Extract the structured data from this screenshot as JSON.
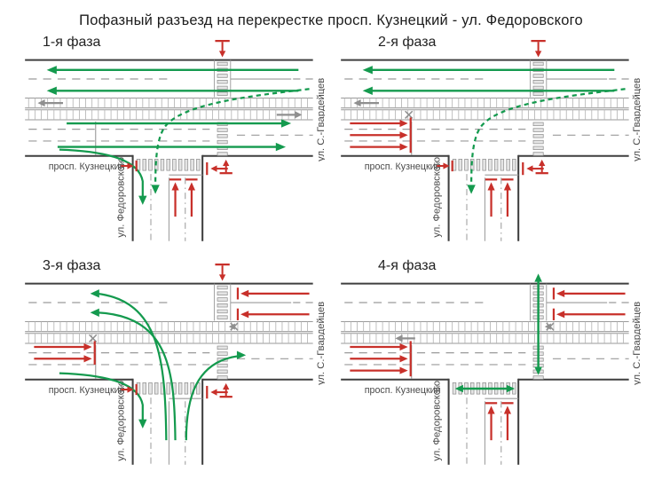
{
  "title": "Пофазный разъезд на перекрестке просп. Кузнецкий - ул. Федоровского",
  "streets": {
    "main": "просп. Кузнецкий",
    "south": "ул. Федоровского",
    "east": "ул. С.-Гвардейцев"
  },
  "colors": {
    "allowed_green": "#149a4e",
    "blocked_red": "#c8302a",
    "tram_gray": "#8f8f8f",
    "road_edge": "#3f3f3f",
    "lane_gray": "#9a9a9a",
    "zebra_fill": "#e4e4e4",
    "zebra_stroke": "#8c8c8c",
    "street_text": "#4a4a4a",
    "title_text": "#1c1c1c"
  },
  "phases": [
    {
      "label": "1-я фаза",
      "movements": [
        {
          "id": "tram-wb-end",
          "state": "tram"
        },
        {
          "id": "tram-eb-end",
          "state": "tram"
        },
        {
          "id": "wb-through-1",
          "state": "allowed"
        },
        {
          "id": "wb-through-2",
          "state": "allowed"
        },
        {
          "id": "eb-through-1",
          "state": "allowed"
        },
        {
          "id": "eb-through-2",
          "state": "allowed"
        },
        {
          "id": "eb-right-turn-south",
          "state": "allowed"
        },
        {
          "id": "wb-left-turn-south-dashed",
          "state": "allowed-yield"
        },
        {
          "id": "south-stop-1",
          "state": "blocked"
        },
        {
          "id": "south-stop-2",
          "state": "blocked"
        },
        {
          "id": "ped-north-stop",
          "state": "ped-blocked"
        },
        {
          "id": "ped-south-stop",
          "state": "ped-blocked"
        },
        {
          "id": "ped-east-stop",
          "state": "ped-blocked"
        },
        {
          "id": "ped-west-stop",
          "state": "ped-blocked"
        }
      ]
    },
    {
      "label": "2-я фаза",
      "movements": [
        {
          "id": "tram-wb-end",
          "state": "tram"
        },
        {
          "id": "tram-eb-blocked-near",
          "state": "tram"
        },
        {
          "id": "wb-through-1",
          "state": "allowed"
        },
        {
          "id": "wb-through-2",
          "state": "allowed"
        },
        {
          "id": "wb-left-turn-south-dashed",
          "state": "allowed-yield"
        },
        {
          "id": "eb-stop-1",
          "state": "blocked"
        },
        {
          "id": "eb-stop-2",
          "state": "blocked"
        },
        {
          "id": "eb-stop-3",
          "state": "blocked"
        },
        {
          "id": "south-stop-1",
          "state": "blocked"
        },
        {
          "id": "south-stop-2",
          "state": "blocked"
        },
        {
          "id": "ped-north-stop",
          "state": "ped-blocked"
        },
        {
          "id": "ped-south-stop",
          "state": "ped-blocked"
        },
        {
          "id": "ped-east-stop",
          "state": "ped-blocked"
        },
        {
          "id": "ped-west-stop",
          "state": "ped-blocked"
        }
      ]
    },
    {
      "label": "3-я фаза",
      "movements": [
        {
          "id": "tram-wb-blocked-near",
          "state": "tram"
        },
        {
          "id": "tram-eb-blocked-near",
          "state": "tram"
        },
        {
          "id": "south-to-wb-1",
          "state": "allowed"
        },
        {
          "id": "south-to-wb-2",
          "state": "allowed"
        },
        {
          "id": "south-to-eb",
          "state": "allowed"
        },
        {
          "id": "eb-right-turn-south",
          "state": "allowed"
        },
        {
          "id": "eb-stop-1",
          "state": "blocked"
        },
        {
          "id": "eb-stop-2",
          "state": "blocked"
        },
        {
          "id": "wb-stop-1",
          "state": "blocked"
        },
        {
          "id": "wb-stop-2",
          "state": "blocked"
        },
        {
          "id": "ped-north-stop",
          "state": "ped-blocked"
        },
        {
          "id": "ped-south-stop",
          "state": "ped-blocked"
        },
        {
          "id": "ped-east-stop",
          "state": "ped-blocked"
        },
        {
          "id": "ped-west-stop",
          "state": "ped-blocked"
        }
      ]
    },
    {
      "label": "4-я фаза",
      "movements": [
        {
          "id": "tram-wb-blocked-near",
          "state": "tram"
        },
        {
          "id": "tram-eb-left",
          "state": "tram"
        },
        {
          "id": "eb-stop-1",
          "state": "blocked"
        },
        {
          "id": "eb-stop-2",
          "state": "blocked"
        },
        {
          "id": "eb-stop-3",
          "state": "blocked"
        },
        {
          "id": "wb-stop-1",
          "state": "blocked"
        },
        {
          "id": "wb-stop-2",
          "state": "blocked"
        },
        {
          "id": "south-stop-1",
          "state": "blocked"
        },
        {
          "id": "south-stop-2",
          "state": "blocked"
        },
        {
          "id": "ped-main-cross",
          "state": "ped-allowed"
        },
        {
          "id": "ped-south-cross",
          "state": "ped-allowed"
        }
      ]
    }
  ]
}
